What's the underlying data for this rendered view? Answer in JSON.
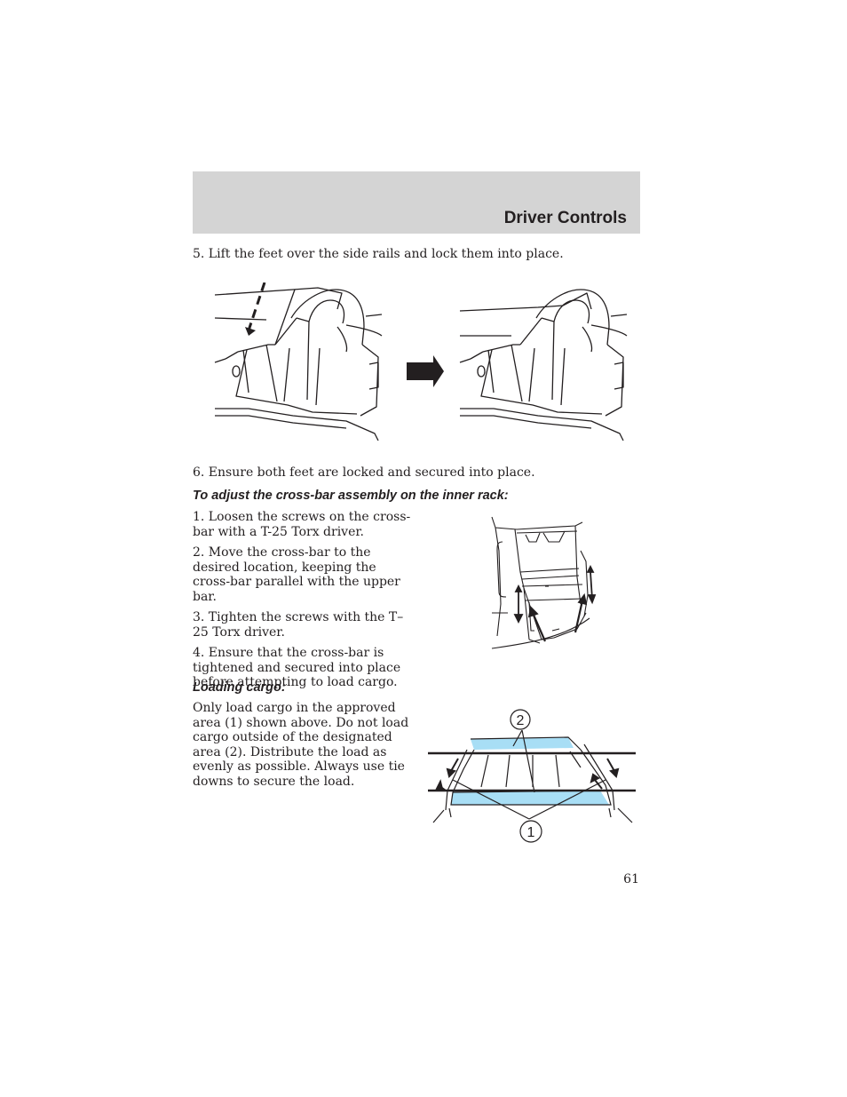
{
  "header": {
    "section_title": "Driver Controls"
  },
  "steps": {
    "step5": "5. Lift the feet over the side rails and lock them into place.",
    "step6": "6. Ensure both feet are locked and secured into place."
  },
  "crossbar": {
    "heading": "To adjust the cross-bar assembly on the inner rack:",
    "items": [
      "1. Loosen the screws on the cross-bar with a T-25 Torx driver.",
      "2. Move the cross-bar to the desired location, keeping the cross-bar parallel with the upper bar.",
      "3. Tighten the screws with the T–25 Torx driver.",
      "4. Ensure that the cross-bar is tightened and secured into place before attempting to load cargo."
    ]
  },
  "cargo": {
    "heading": "Loading cargo:",
    "body": "Only load cargo in the approved area (1) shown above. Do not load cargo outside of the designated area (2). Distribute the load as evenly as possible. Always use tie downs to secure the load.",
    "callout_1": "1",
    "callout_2": "2",
    "approved_color": "#a8def5"
  },
  "page_number": "61"
}
